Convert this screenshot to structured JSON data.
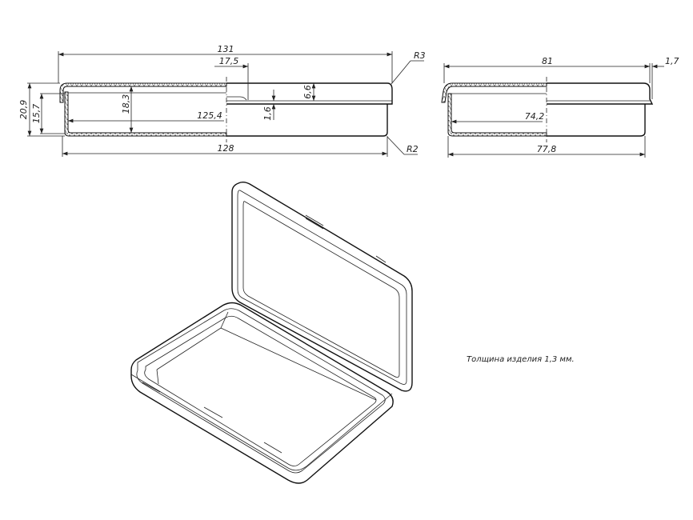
{
  "front_view": {
    "dims": {
      "overall_length": "131",
      "hinge_offset": "17,5",
      "lid_height": "6,6",
      "gap": "1,6",
      "total_height": "20,9",
      "inner_height": "15,7",
      "depth": "18,3",
      "inner_length": "125,4",
      "base_length": "128",
      "radius_top": "R3",
      "radius_bottom": "R2"
    }
  },
  "side_view": {
    "dims": {
      "overall_width": "81",
      "lid_overhang": "1,7",
      "inner_width": "74,2",
      "base_width": "77,8"
    }
  },
  "note": "Толщина изделия 1,3 мм."
}
